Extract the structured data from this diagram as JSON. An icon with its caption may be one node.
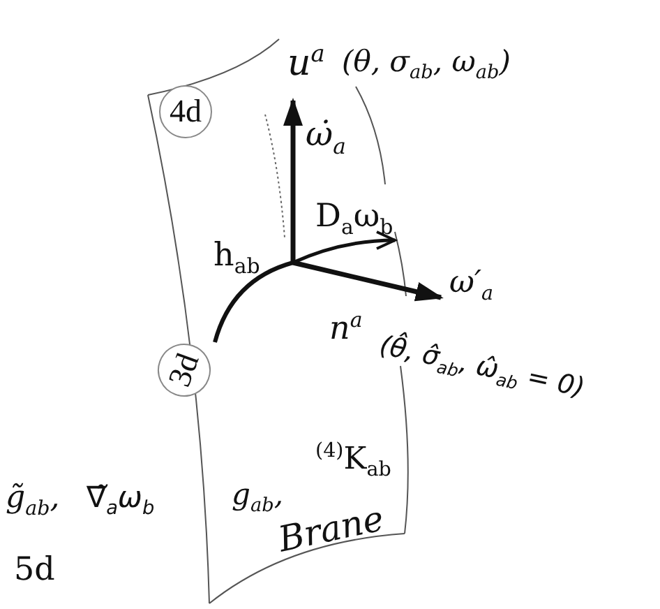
{
  "diagram": {
    "nodes": [
      {
        "text": [
          "4d"
        ]
      },
      {
        "text": [
          "3d"
        ]
      }
    ],
    "labels": [
      "u$^{a}$",
      "(θ, σ$_{ab}$, ω$_{ab}$)",
      "ω̇$_{a}$",
      "D$_{a}$ω$_{b}$",
      "h$_{ab}$",
      "ω′$_{a}$",
      "n$^{a}$",
      "(θ̂, σ̂$_{ab}$, ω̂$_{ab}$ = 0)",
      "$^{(4)}$K$_{ab}$",
      "g̃$_{ab}$,",
      "∇̃$_{a}$ω$_{b}$",
      "g$_{ab}$,",
      "Brane",
      "5d"
    ]
  }
}
